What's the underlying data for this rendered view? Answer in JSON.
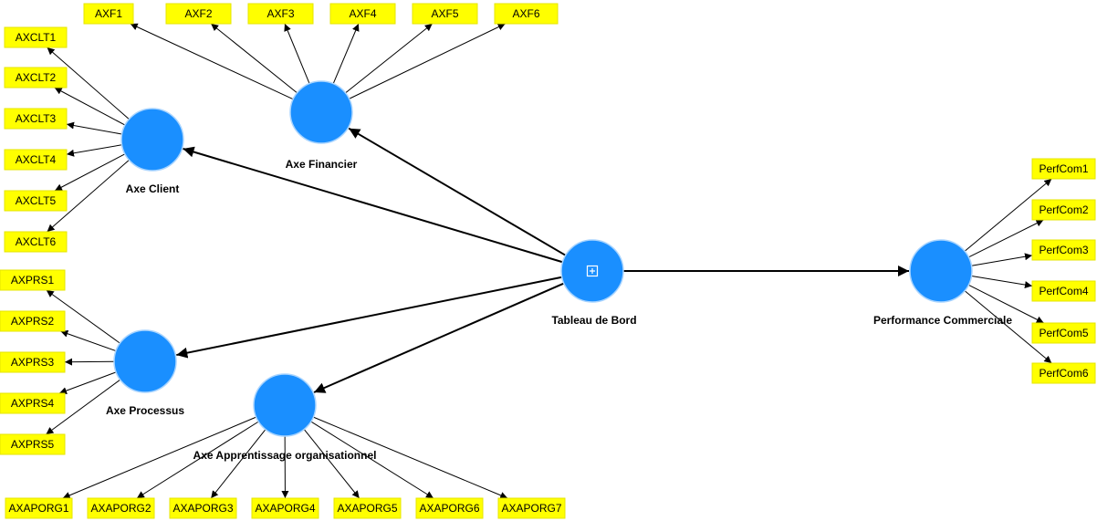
{
  "latent_variables": [
    {
      "id": "financier",
      "label": "Axe Financier",
      "indicator_dir": "out",
      "indicators": [
        "AXF1",
        "AXF2",
        "AXF3",
        "AXF4",
        "AXF5",
        "AXF6"
      ]
    },
    {
      "id": "client",
      "label": "Axe Client",
      "indicator_dir": "out",
      "indicators": [
        "AXCLT1",
        "AXCLT2",
        "AXCLT3",
        "AXCLT4",
        "AXCLT5",
        "AXCLT6"
      ]
    },
    {
      "id": "processus",
      "label": "Axe Processus",
      "indicator_dir": "out",
      "indicators": [
        "AXPRS1",
        "AXPRS2",
        "AXPRS3",
        "AXPRS4",
        "AXPRS5"
      ]
    },
    {
      "id": "apprentissage",
      "label": "Axe Apprentissage organisationnel",
      "indicator_dir": "out",
      "indicators": [
        "AXAPORG1",
        "AXAPORG2",
        "AXAPORG3",
        "AXAPORG4",
        "AXAPORG5",
        "AXAPORG6",
        "AXAPORG7"
      ]
    },
    {
      "id": "tableau",
      "label": "Tableau de Bord",
      "indicator_dir": "none",
      "collapsed_indicator": true,
      "indicators": []
    },
    {
      "id": "performance",
      "label": "Performance Commerciale",
      "indicator_dir": "out",
      "indicators": [
        "PerfCom1",
        "PerfCom2",
        "PerfCom3",
        "PerfCom4",
        "PerfCom5",
        "PerfCom6"
      ]
    }
  ],
  "paths": [
    {
      "from": "tableau",
      "to": "client"
    },
    {
      "from": "tableau",
      "to": "financier"
    },
    {
      "from": "tableau",
      "to": "processus"
    },
    {
      "from": "tableau",
      "to": "apprentissage"
    },
    {
      "from": "tableau",
      "to": "performance"
    }
  ],
  "colors": {
    "latent": "#1a8fff",
    "indicator": "#ffff00",
    "edge": "#000000"
  },
  "icons": {
    "collapsed_indicator": "expand-plus-icon"
  }
}
